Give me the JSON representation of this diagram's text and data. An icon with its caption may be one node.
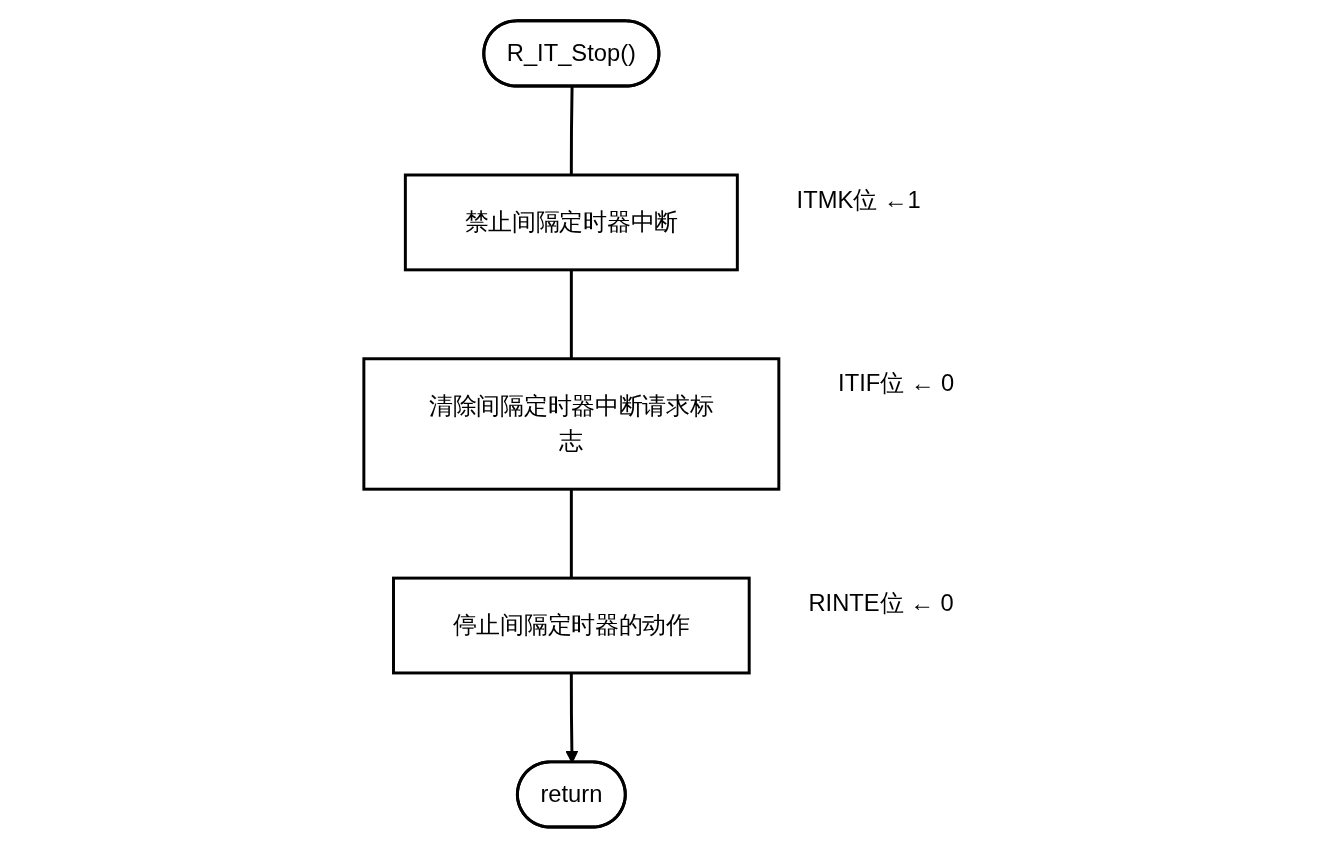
{
  "diagram": {
    "nodes": [
      {
        "text": [
          "R_IT_Stop()"
        ]
      },
      {
        "text": [
          "禁止间隔定时器中断"
        ],
        "beside": [
          "ITMK位 ←1"
        ]
      },
      {
        "text": [
          "清除间隔定时器中断请求标志"
        ],
        "beside": [
          "ITIF位 ← 0"
        ]
      },
      {
        "text": [
          "停止间隔定时器的动作"
        ],
        "beside": [
          "RINTE位 ← 0"
        ]
      },
      {
        "text": [
          "return"
        ]
      }
    ],
    "edges": [
      {
        "from": 0,
        "to": 1,
        "arrow": "none"
      },
      {
        "from": 1,
        "to": 2,
        "arrow": "none"
      },
      {
        "from": 2,
        "to": 3,
        "arrow": "none"
      },
      {
        "from": 3,
        "to": 4,
        "arrow": "to"
      }
    ]
  }
}
